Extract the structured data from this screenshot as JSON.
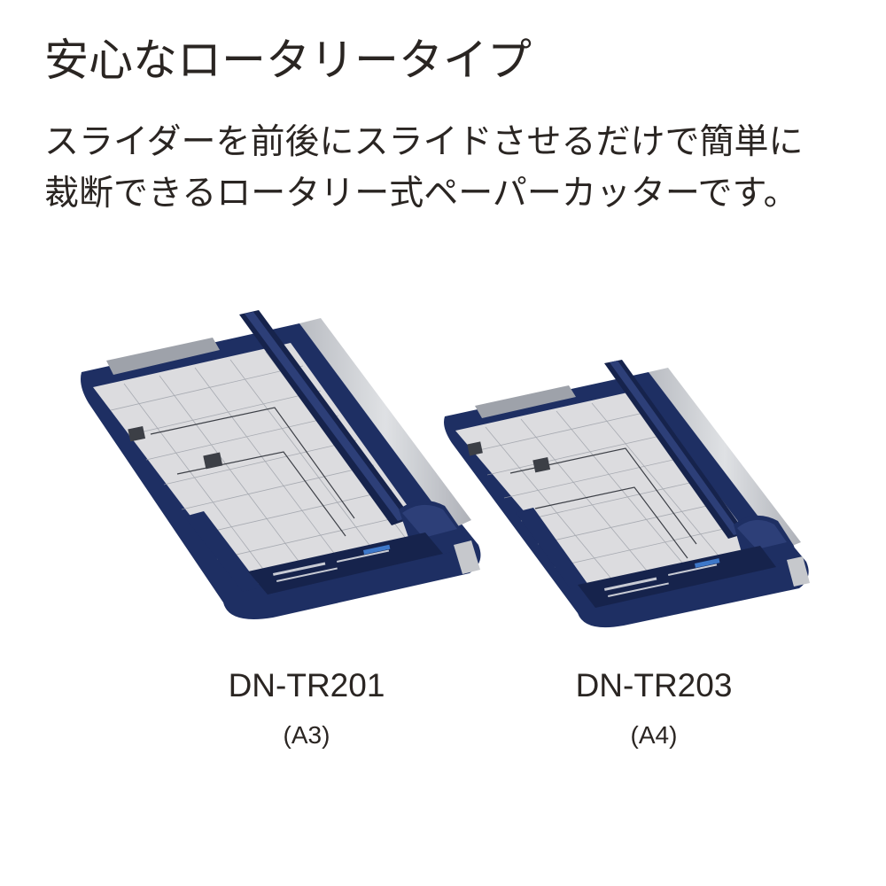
{
  "headline": "安心なロータリータイプ",
  "description": {
    "lines": [
      "スライダーを前後にスライドさせるだけで簡単に",
      "裁断できるロータリー式ペーパーカッターです。"
    ]
  },
  "products": [
    {
      "model": "DN-TR201",
      "size": "(A3)",
      "icon": "paper-cutter-image"
    },
    {
      "model": "DN-TR203",
      "size": "(A4)",
      "icon": "paper-cutter-image"
    }
  ],
  "colors": {
    "text": "#2a2522",
    "navy": "#1e2f63",
    "navy_dark": "#16234c",
    "board": "#dcdcdf",
    "rail": "#c6c8cc",
    "grid": "#9a9ea6"
  }
}
